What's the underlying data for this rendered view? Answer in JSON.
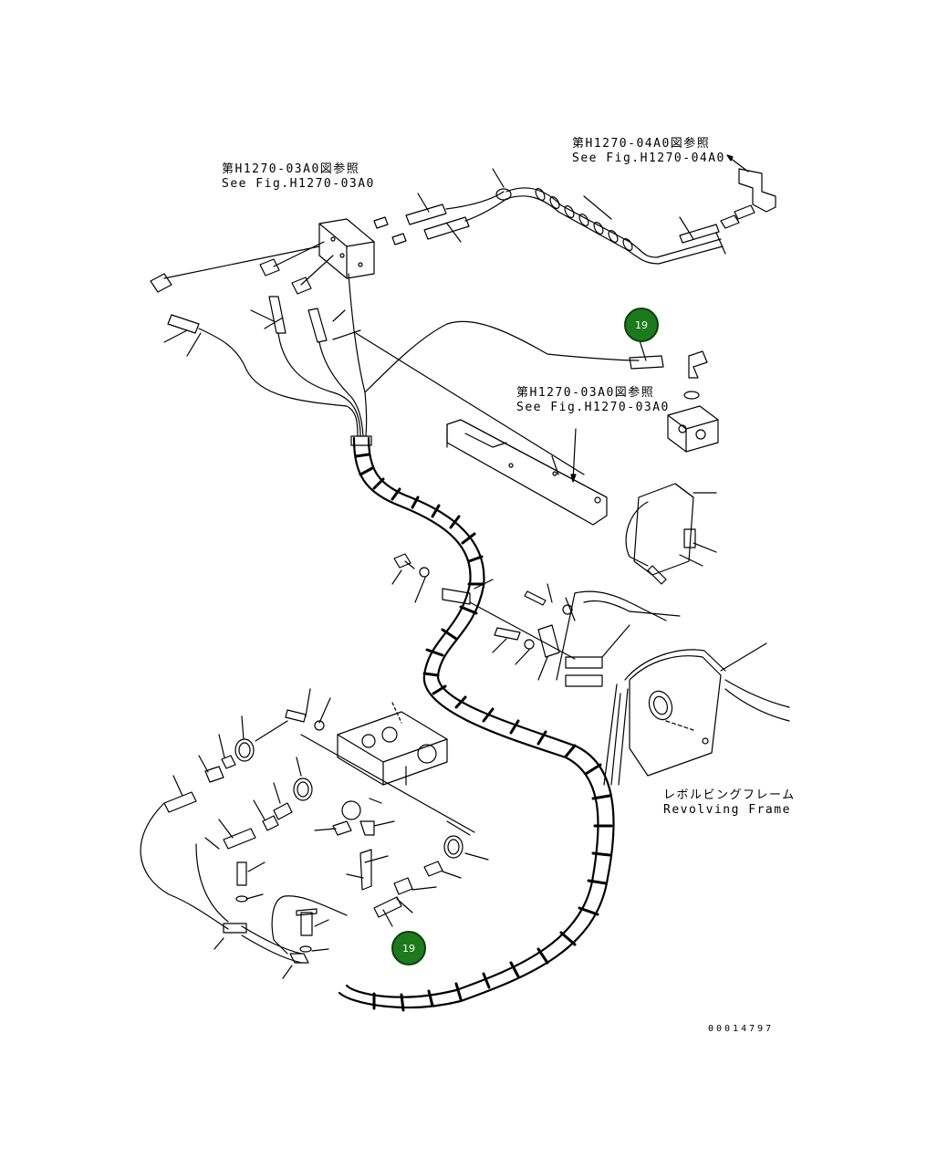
{
  "references": {
    "top_right": {
      "jp": "第H1270-04A0図参照",
      "en": "See Fig.H1270-04A0"
    },
    "top_left": {
      "jp": "第H1270-03A0図参照",
      "en": "See Fig.H1270-03A0"
    },
    "middle": {
      "jp": "第H1270-03A0図参照",
      "en": "See Fig.H1270-03A0"
    }
  },
  "frame_label": {
    "jp": "レボルビングフレーム",
    "en": "Revolving Frame"
  },
  "callouts": [
    {
      "id": "callout-19-upper",
      "label": "19"
    },
    {
      "id": "callout-19-lower",
      "label": "19"
    }
  ],
  "drawing_number": "00014797",
  "colors": {
    "line": "#000000",
    "callout_fill": "#1c7a1c",
    "callout_text": "#ffffff",
    "background": "#ffffff"
  }
}
